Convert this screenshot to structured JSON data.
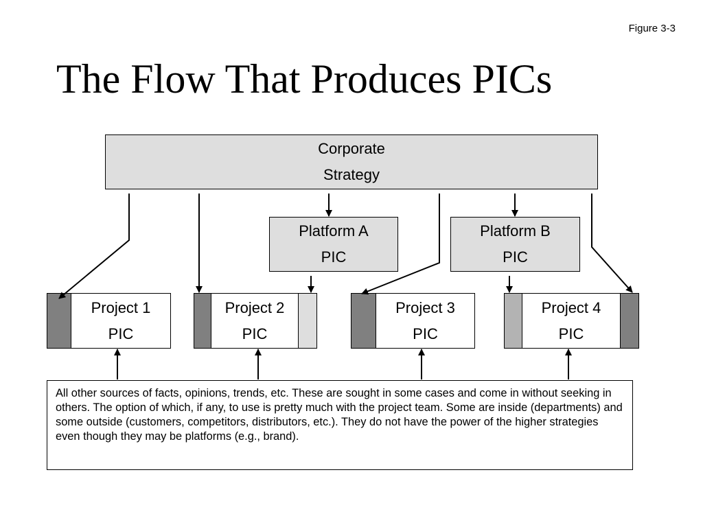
{
  "figure_label": "Figure 3-3",
  "title": "The Flow That Produces PICs",
  "corporate": {
    "line1": "Corporate",
    "line2": "Strategy"
  },
  "platforms": [
    {
      "line1": "Platform A",
      "line2": "PIC"
    },
    {
      "line1": "Platform B",
      "line2": "PIC"
    }
  ],
  "projects": [
    {
      "line1": "Project 1",
      "line2": "PIC"
    },
    {
      "line1": "Project 2",
      "line2": "PIC"
    },
    {
      "line1": "Project 3",
      "line2": "PIC"
    },
    {
      "line1": "Project 4",
      "line2": "PIC"
    }
  ],
  "note": "All other sources of facts, opinions, trends, etc.  These are sought in some cases and come in without seeking in others.  The option of which, if any, to use is pretty much with the project team.  Some are inside (departments) and some outside (customers, competitors, distributors, etc.). They do not have the power of the higher strategies even though they may be platforms (e.g., brand).",
  "colors": {
    "box_fill": "#dedede",
    "side_dark": "#808080",
    "side_light": "#dedede",
    "side_mid": "#b3b3b3",
    "line": "#000000"
  }
}
